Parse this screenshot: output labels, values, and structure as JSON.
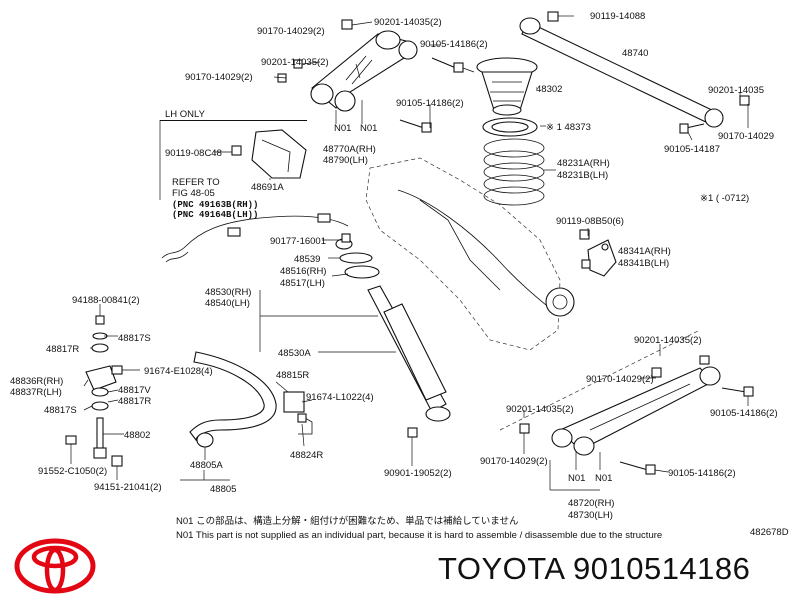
{
  "labels": {
    "l01": "90119-14088",
    "l02": "90170-14029(2)",
    "l03": "90201-14035(2)",
    "l04": "90201-14035(2)",
    "l05": "90170-14029(2)",
    "l06": "90105-14186(2)",
    "l07": "48740",
    "l08": "48302",
    "l09": "90105-14186(2)",
    "l10": "90201-14035",
    "l11": "LH ONLY",
    "l12": "N01",
    "l13": "N01",
    "l14": "48770A(RH)",
    "l15": "48790(LH)",
    "l16": "※ 1 48373",
    "l17": "90170-14029",
    "l18": "90105-14187",
    "l19": "90119-08C48",
    "l20": "48231A(RH)",
    "l21": "48231B(LH)",
    "l22": "48691A",
    "l23": "REFER TO",
    "l24": "FIG 48-05",
    "l25": "(PNC 49163B(RH))",
    "l26": "(PNC 49164B(LH))",
    "l27": "※1 (  -0712)",
    "l28": "90119-08B50(6)",
    "l29": "90177-16001",
    "l30": "48539",
    "l31": "48516(RH)",
    "l32": "48517(LH)",
    "l33": "48341A(RH)",
    "l34": "48341B(LH)",
    "l35": "48530(RH)",
    "l36": "48540(LH)",
    "l37": "94188-00841(2)",
    "l38": "48817S",
    "l39": "48817R",
    "l40": "48530A",
    "l41": "90201-14035(2)",
    "l42": "91674-E1028(4)",
    "l43": "48836R(RH)",
    "l44": "48837R(LH)",
    "l45": "48815R",
    "l46": "48817V",
    "l47": "48817R",
    "l48": "90170-14029(2)",
    "l49": "48817S",
    "l50": "91674-L1022(4)",
    "l51": "90105-14186(2)",
    "l52": "90201-14035(2)",
    "l53": "48802",
    "l54": "48824R",
    "l55": "48805A",
    "l56": "90170-14029(2)",
    "l57": "N01",
    "l58": "90105-14186(2)",
    "l59": "91552-C1050(2)",
    "l60": "94151-21041(2)",
    "l61": "N01",
    "l62": "90901-19052(2)",
    "l63": "48720(RH)",
    "l64": "48730(LH)",
    "l65": "48805",
    "l66": "482678D"
  },
  "notes": {
    "note_jp": "N01 この部品は、構造上分解・組付けが困難なため、単品では補給していません",
    "note_en": "N01 This part is not supplied as an individual part, because it is hard to assemble / disassemble due to the structure"
  },
  "brand": {
    "title": "TOYOTA 9010514186",
    "logo_color": "#e30613",
    "logo_icon": "toyota-logo-icon"
  }
}
